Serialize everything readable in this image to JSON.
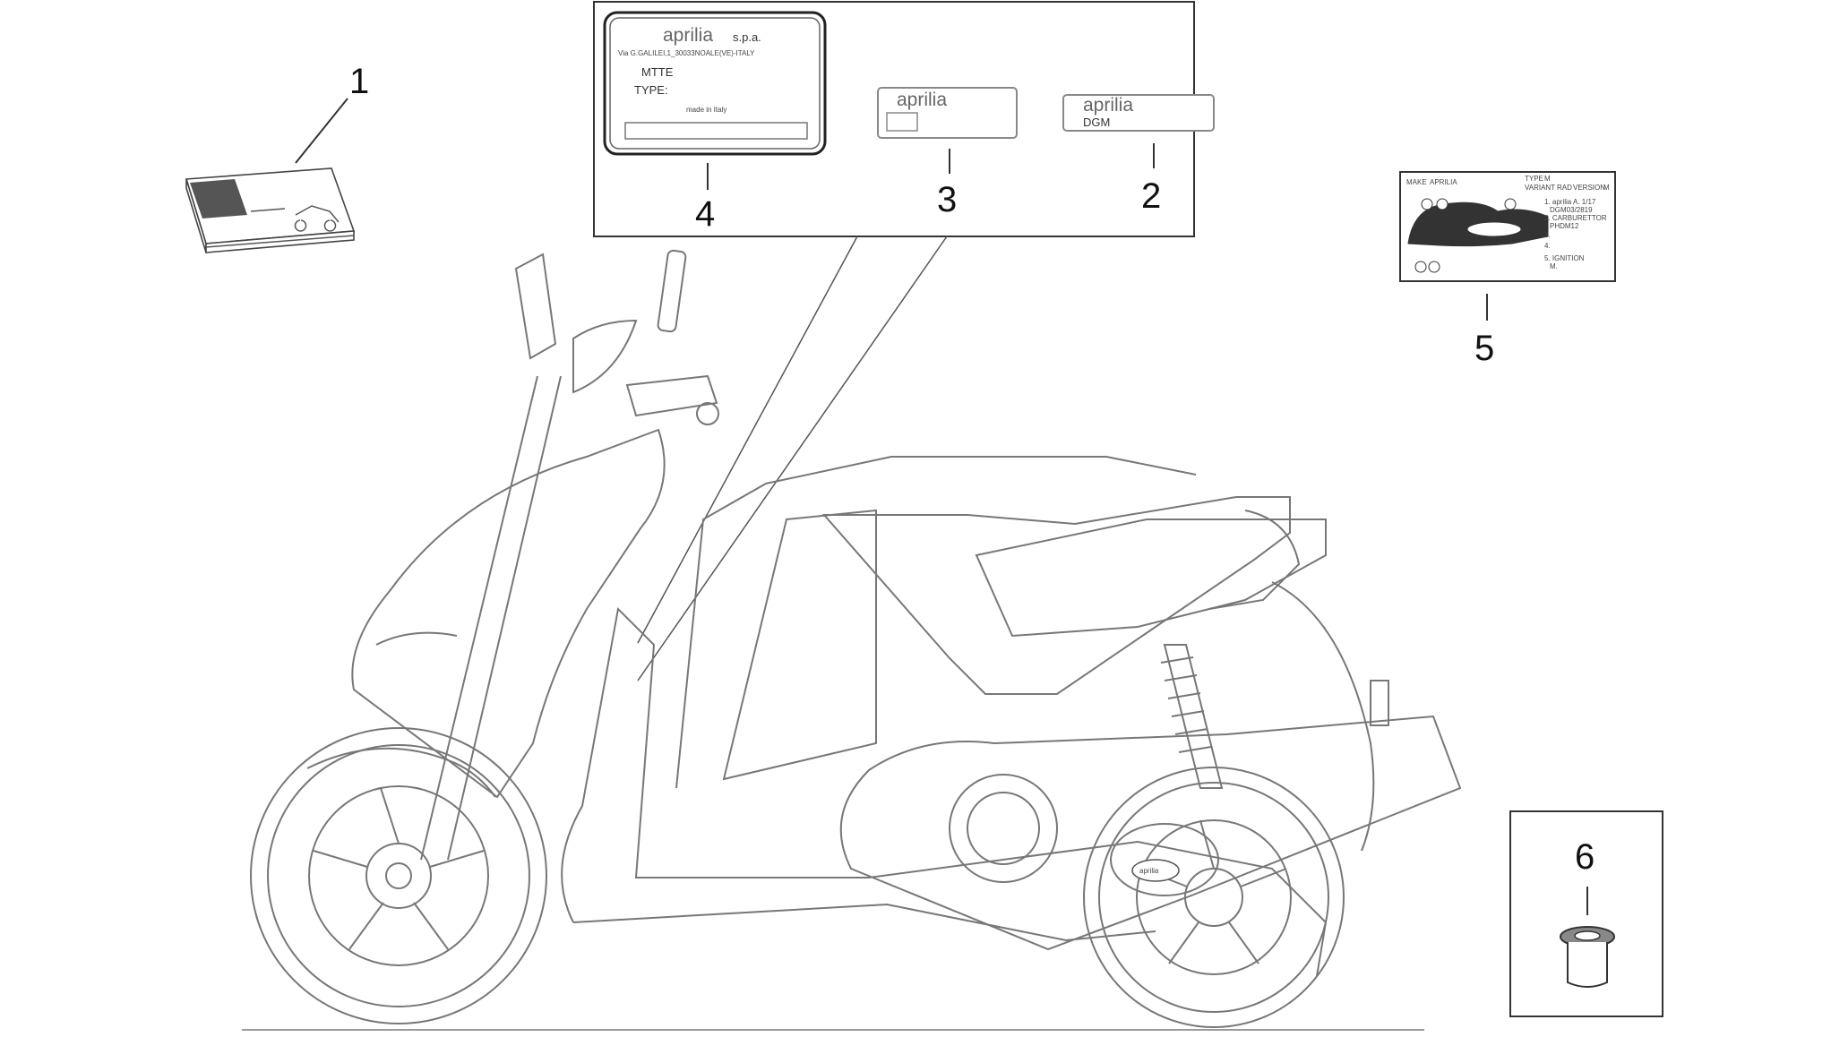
{
  "callouts": [
    {
      "id": "1",
      "label": "1"
    },
    {
      "id": "2",
      "label": "2"
    },
    {
      "id": "3",
      "label": "3"
    },
    {
      "id": "4",
      "label": "4"
    },
    {
      "id": "5",
      "label": "5"
    },
    {
      "id": "6",
      "label": "6"
    }
  ],
  "plate_4": {
    "brand": "aprilia",
    "brand_suffix": "s.p.a.",
    "address": "Via G.GALILEI,1_30033NOALE(VE)-ITALY",
    "line_mtte": "MTTE",
    "line_type": "TYPE:",
    "made_in": "made in Italy"
  },
  "plate_3": {
    "brand": "aprilia"
  },
  "plate_2": {
    "brand": "aprilia",
    "code": "DGM"
  },
  "label_5": {
    "header_1": "MAKE",
    "header_2": "APRILIA",
    "header_3": "TYPE",
    "header_4": "M",
    "header_5": "VARIANT",
    "header_6": "RAD",
    "header_7": "VERSION",
    "header_8": "M",
    "note_1": "1. aprilia A. 1/17",
    "note_2": "DGM03/2819",
    "note_3": "2. CARBURETTOR",
    "note_4": "PHDM12",
    "note_5": "3.",
    "note_6": "4.",
    "note_7": "5. IGNITION",
    "note_8": "M."
  },
  "engine_badge": "aprilia",
  "icons": {
    "manual": "owner-manual-book-icon",
    "plug": "rubber-plug-icon",
    "scooter": "scooter-outline-icon"
  },
  "colors": {
    "line": "#333333",
    "background": "#ffffff"
  }
}
